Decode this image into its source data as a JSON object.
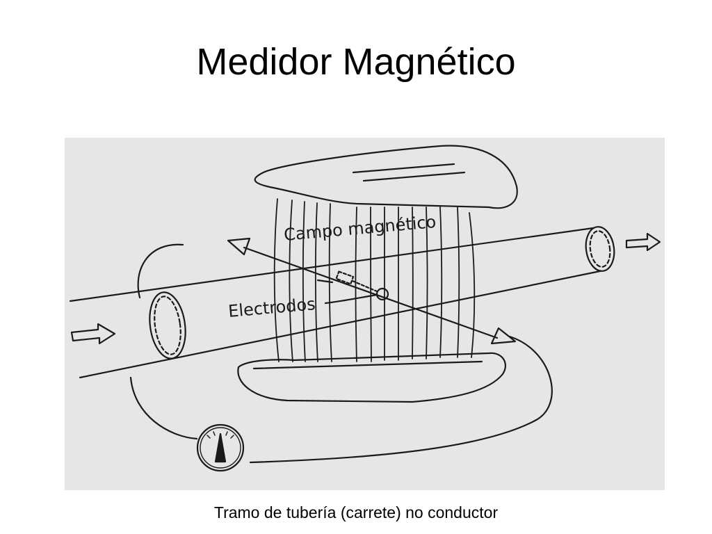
{
  "slide": {
    "title": "Medidor Magnético",
    "caption": "Tramo de tubería (carrete) no conductor"
  },
  "diagram": {
    "labels": {
      "magnetic_field": "Campo magnético",
      "electrodes": "Electrodos"
    },
    "colors": {
      "panel_background": "#e6e6e6",
      "ink": "#1a1a1a"
    }
  }
}
